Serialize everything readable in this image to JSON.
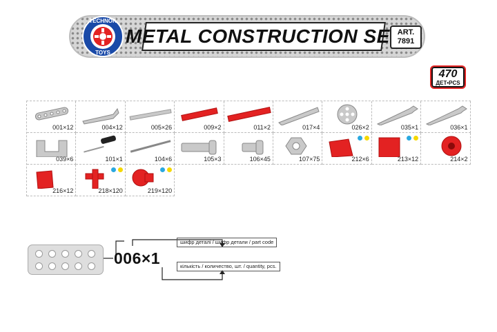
{
  "header": {
    "logo_top": "TECHNOK",
    "logo_bottom": "TOYS",
    "title": "METAL CONSTRUCTION SET",
    "art_label": "ART.",
    "art_number": "7891"
  },
  "badge": {
    "count": "470",
    "unit": "ДЕТ•PCS"
  },
  "colors": {
    "red": "#e32222",
    "blue": "#2aa9e0",
    "yellow": "#f5d800",
    "metal": "#c9c9c9",
    "dark": "#333333"
  },
  "parts": [
    {
      "label": "001×12",
      "icon": "flat-strip-icon"
    },
    {
      "label": "004×12",
      "icon": "angle-bracket-icon"
    },
    {
      "label": "005×26",
      "icon": "long-strip-icon"
    },
    {
      "label": "009×2",
      "icon": "red-short-strip-icon"
    },
    {
      "label": "011×2",
      "icon": "red-long-strip-icon"
    },
    {
      "label": "017×4",
      "icon": "angled-girder-icon"
    },
    {
      "label": "026×2",
      "icon": "disc-icon"
    },
    {
      "label": "035×1",
      "icon": "wrench-icon"
    },
    {
      "label": "036×1",
      "icon": "wrench-icon"
    },
    {
      "label": "039×6",
      "icon": "u-bracket-icon"
    },
    {
      "label": "101×1",
      "icon": "screwdriver-icon"
    },
    {
      "label": "104×6",
      "icon": "axle-rod-icon"
    },
    {
      "label": "105×3",
      "icon": "long-bolt-icon"
    },
    {
      "label": "106×45",
      "icon": "short-bolt-icon"
    },
    {
      "label": "107×75",
      "icon": "hex-nut-icon"
    },
    {
      "label": "212×6",
      "icon": "red-block-icon",
      "dots": [
        "blue",
        "yellow"
      ]
    },
    {
      "label": "213×12",
      "icon": "red-perforated-plate-icon",
      "dots": [
        "blue",
        "yellow"
      ]
    },
    {
      "label": "214×2",
      "icon": "red-wheel-icon"
    },
    {
      "label": "216×12",
      "icon": "red-cap-icon"
    },
    {
      "label": "218×120",
      "icon": "red-peg-icon",
      "dots": [
        "blue",
        "yellow"
      ]
    },
    {
      "label": "219×120",
      "icon": "red-connector-icon",
      "dots": [
        "blue",
        "yellow"
      ]
    }
  ],
  "legend": {
    "code": "006×1",
    "part_code_label": "шифр деталі / шифр детали / part code",
    "quantity_label": "кількість / количество, шт. / quantity, pcs."
  }
}
